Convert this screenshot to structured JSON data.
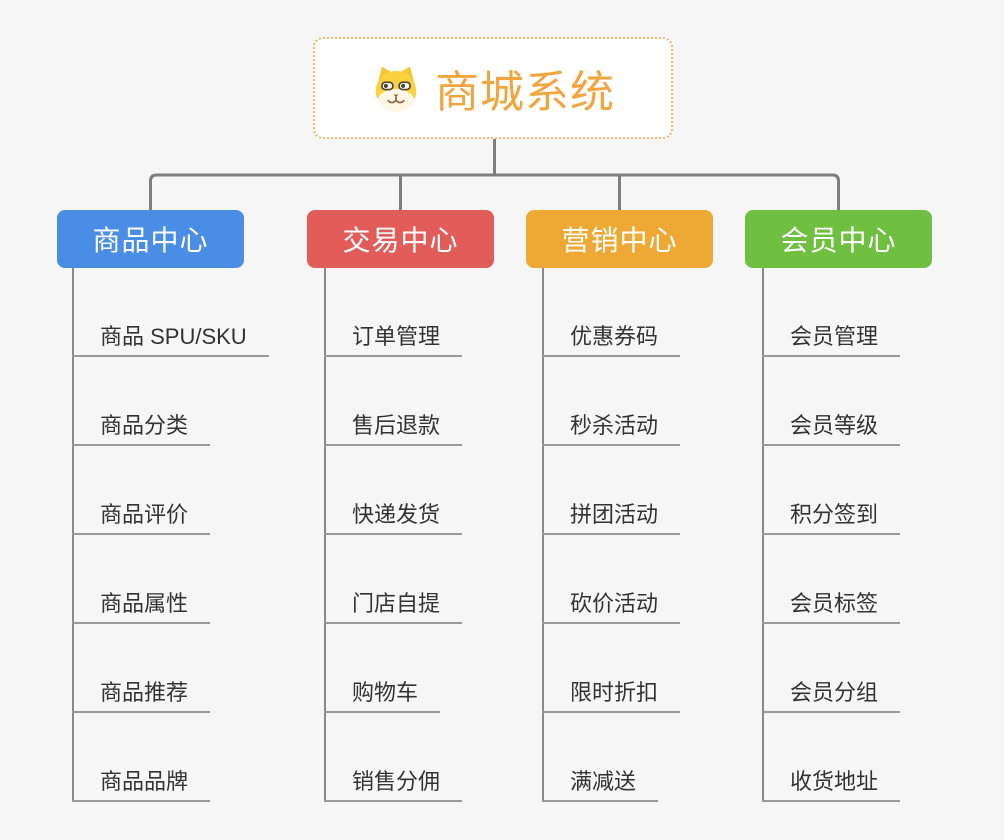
{
  "root": {
    "title": "商城系统",
    "icon": "dog-face-icon",
    "title_color": "#f2a53c",
    "border_color": "#f0b66a"
  },
  "connector_color": "#7e7e7e",
  "underline_color": "#999999",
  "background_color": "#f6f6f6",
  "branches": [
    {
      "label": "商品中心",
      "color": "#4a8de4",
      "children": [
        "商品 SPU/SKU",
        "商品分类",
        "商品评价",
        "商品属性",
        "商品推荐",
        "商品品牌"
      ]
    },
    {
      "label": "交易中心",
      "color": "#e25c5a",
      "children": [
        "订单管理",
        "售后退款",
        "快递发货",
        "门店自提",
        "购物车",
        "销售分佣"
      ]
    },
    {
      "label": "营销中心",
      "color": "#eea834",
      "children": [
        "优惠券码",
        "秒杀活动",
        "拼团活动",
        "砍价活动",
        "限时折扣",
        "满减送"
      ]
    },
    {
      "label": "会员中心",
      "color": "#6fbf40",
      "children": [
        "会员管理",
        "会员等级",
        "积分签到",
        "会员标签",
        "会员分组",
        "收货地址"
      ]
    }
  ]
}
